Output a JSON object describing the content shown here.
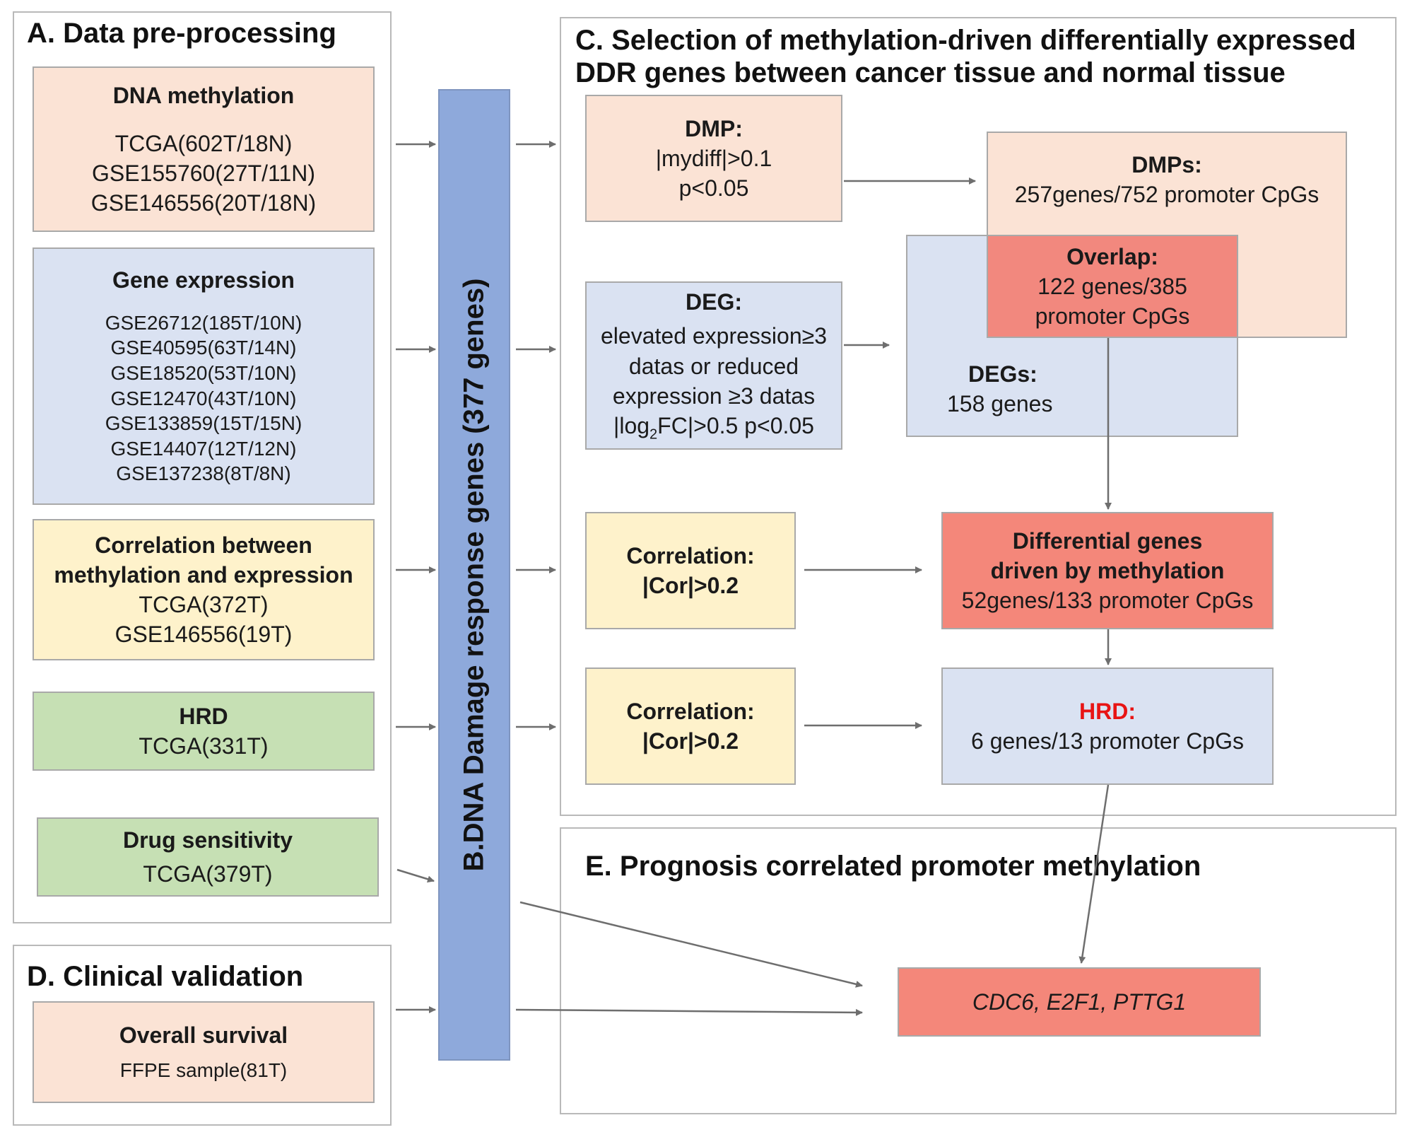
{
  "panel_a": {
    "title": "A. Data pre-processing",
    "dna_methylation": {
      "title": "DNA methylation",
      "lines": [
        "TCGA(602T/18N)",
        "GSE155760(27T/11N)",
        "GSE146556(20T/18N)"
      ]
    },
    "gene_expression": {
      "title": "Gene expression",
      "lines": [
        "GSE26712(185T/10N)",
        "GSE40595(63T/14N)",
        "GSE18520(53T/10N)",
        "GSE12470(43T/10N)",
        "GSE133859(15T/15N)",
        "GSE14407(12T/12N)",
        "GSE137238(8T/8N)"
      ]
    },
    "correlation": {
      "title_lines": [
        "Correlation between",
        "methylation and expression"
      ],
      "lines": [
        "TCGA(372T)",
        "GSE146556(19T)"
      ]
    },
    "hrd": {
      "title": "HRD",
      "line": "TCGA(331T)"
    },
    "drug": {
      "title": "Drug sensitivity",
      "line": "TCGA(379T)"
    }
  },
  "panel_b": {
    "label": "B.DNA Damage response genes (377 genes)"
  },
  "panel_c": {
    "title_line1": "C. Selection of methylation-driven differentially expressed",
    "title_line2": "DDR genes between cancer tissue and normal tissue",
    "dmp": {
      "title": "DMP:",
      "lines": [
        "|mydiff|>0.1",
        "p<0.05"
      ]
    },
    "dmps": {
      "title": "DMPs:",
      "line": "257genes/752 promoter CpGs"
    },
    "overlap": {
      "title": "Overlap:",
      "lines": [
        "122 genes/385",
        "promoter CpGs"
      ]
    },
    "deg": {
      "title": "DEG:",
      "lines": [
        "elevated expression≥3",
        "datas or  reduced",
        "expression ≥3 datas"
      ],
      "last_pre": "|log",
      "last_sub": "2",
      "last_post": "FC|>0.5 p<0.05"
    },
    "degs": {
      "title": "DEGs:",
      "line": "158 genes"
    },
    "corr1": {
      "lines": [
        "Correlation:",
        "|Cor|>0.2"
      ]
    },
    "diff_genes": {
      "title_lines": [
        "Differential genes",
        "driven by methylation"
      ],
      "line": "52genes/133 promoter CpGs"
    },
    "corr2": {
      "lines": [
        "Correlation:",
        "|Cor|>0.2"
      ]
    },
    "hrd": {
      "title": "HRD:",
      "line": "6 genes/13 promoter CpGs"
    }
  },
  "panel_d": {
    "title": "D. Clinical validation",
    "survival": {
      "title": "Overall survival",
      "line": "FFPE sample(81T)"
    }
  },
  "panel_e": {
    "title": "E. Prognosis correlated promoter methylation",
    "genes": "CDC6, E2F1, PTTG1"
  },
  "colors": {
    "peach": "#fbe3d5",
    "light_blue": "#dae2f2",
    "yellow": "#fef2cb",
    "green": "#c6e0b4",
    "salmon": "#f4877a",
    "bar_blue": "#8ea9db",
    "hrd_red": "#e81414",
    "arrow": "#6e6e6e"
  }
}
